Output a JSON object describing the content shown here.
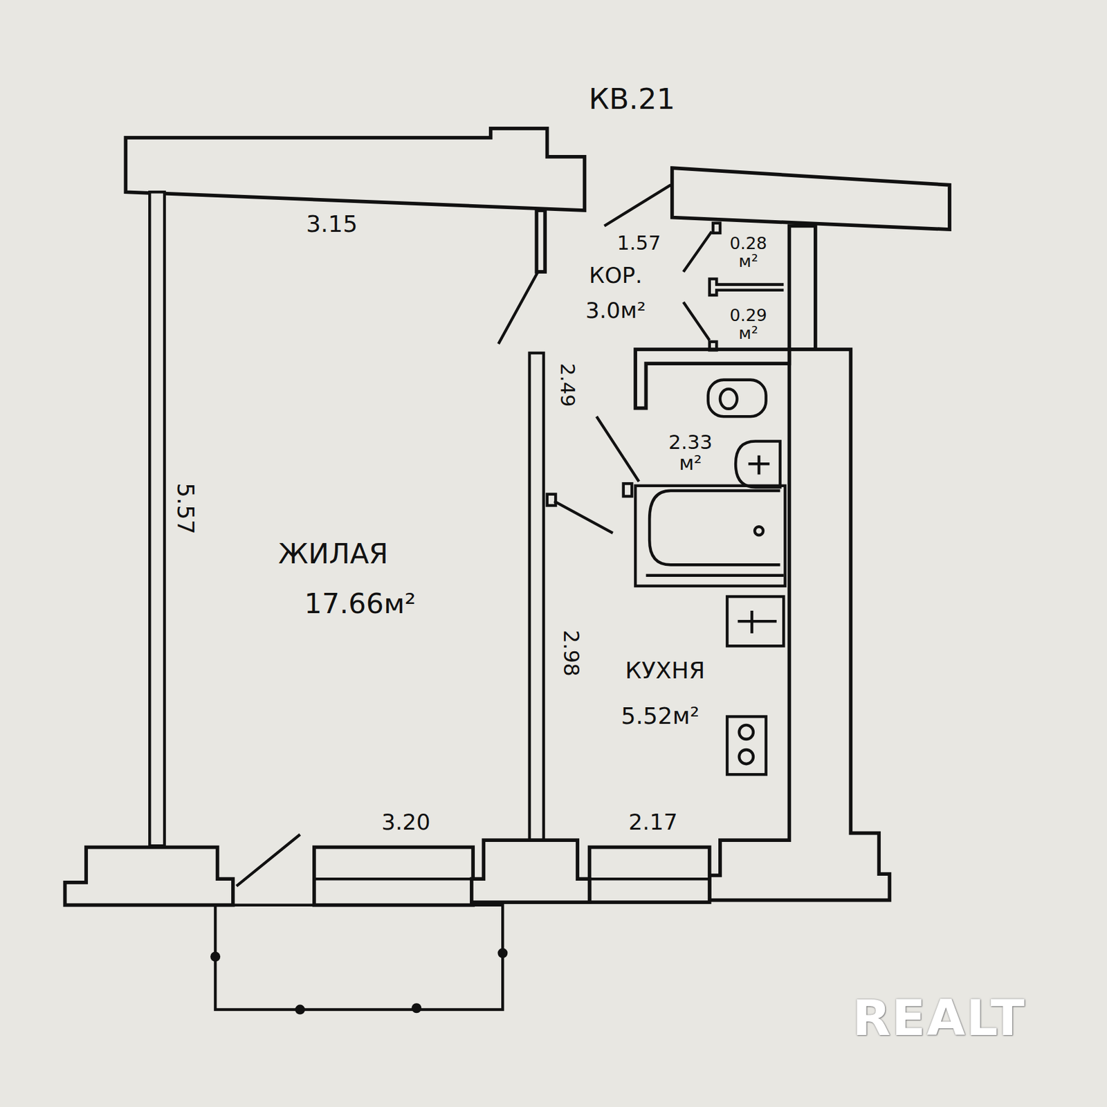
{
  "diagram": {
    "title": "КВ.21",
    "labels": [
      "3.15",
      "1.57",
      "КОР.",
      "3.0м²",
      "0.28 м²",
      "0.29 м²",
      "2.49",
      "2.33 м²",
      "5.57",
      "ЖИЛАЯ",
      "17.66м²",
      "2.98",
      "КУХНЯ",
      "5.52м²",
      "3.20",
      "2.17",
      "REALT"
    ]
  }
}
